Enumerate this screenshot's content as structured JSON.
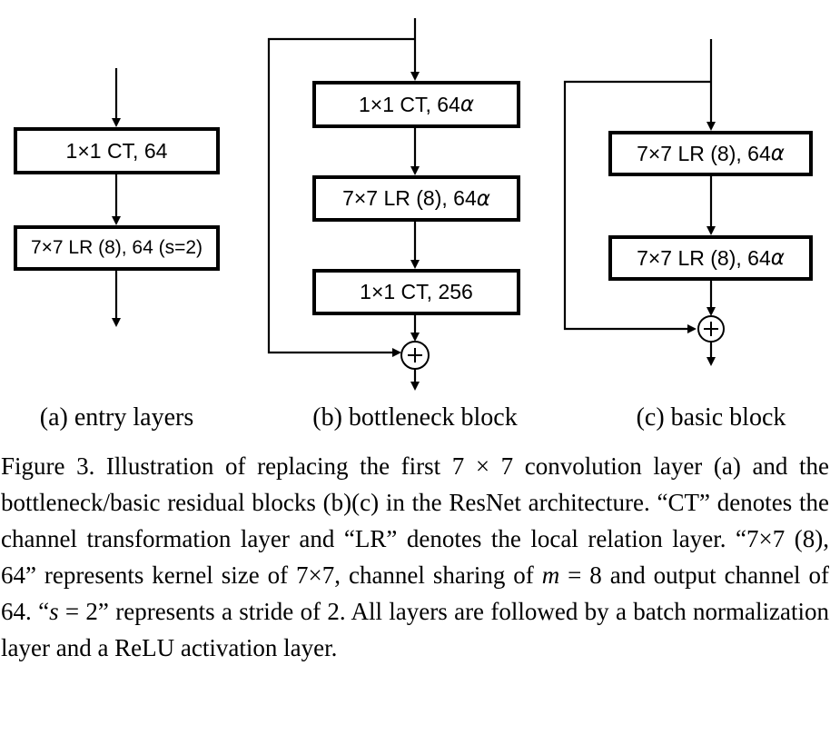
{
  "figure": {
    "panels": [
      {
        "id": "a",
        "caption": "(a) entry layers",
        "boxes": [
          {
            "label": "1×1 CT, 64",
            "suffix": ""
          },
          {
            "label": "7×7 LR (8), 64 (s=2)",
            "suffix": ""
          }
        ]
      },
      {
        "id": "b",
        "caption": "(b) bottleneck block",
        "boxes": [
          {
            "label": "1×1 CT, 64",
            "suffix": "α"
          },
          {
            "label": "7×7 LR (8), 64",
            "suffix": "α"
          },
          {
            "label": "1×1 CT, 256",
            "suffix": ""
          }
        ]
      },
      {
        "id": "c",
        "caption": "(c) basic block",
        "boxes": [
          {
            "label": "7×7 LR (8), 64",
            "suffix": "α"
          },
          {
            "label": "7×7 LR (8), 64",
            "suffix": "α"
          }
        ]
      }
    ],
    "add_symbol": "+"
  },
  "caption": {
    "segments": {
      "s1": "Figure 3. Illustration of replacing the first 7 × 7 convolution layer (a) and the bottleneck/basic residual blocks (b)(c) in the ResNet architecture.  “CT” denotes the channel transformation layer and “LR” denotes the local relation layer.  “7×7 (8), 64” represents kernel size of 7×7, channel sharing of ",
      "s2_italic": "m",
      "s3": " = 8 and output channel of 64. “",
      "s4_italic": "s",
      "s5": " = 2” represents a stride of 2. All layers are followed by a batch normalization layer and a ReLU activation layer."
    }
  },
  "colors": {
    "ink": "#000000",
    "background": "#ffffff"
  }
}
